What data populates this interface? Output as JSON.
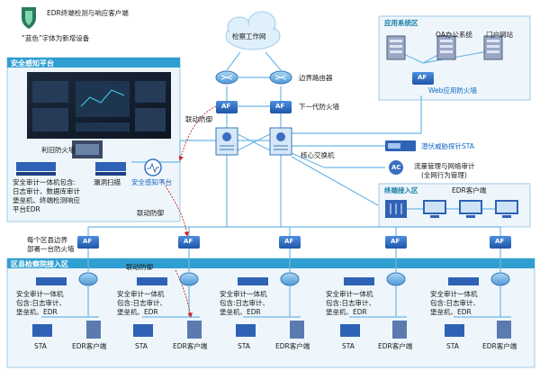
{
  "legend": {
    "app_name": "EDR终端检测与响应客户端",
    "note": "“蓝色”字体为新增设备"
  },
  "zones": {
    "security_platform": "安全感知平台",
    "app_system": "应用系统区",
    "terminal_access": "终端接入区",
    "county_access": "区县检察院接入区"
  },
  "labels": {
    "cloud": "检察工作网",
    "border_router": "边界路由器",
    "ngfw": "下一代防火墙",
    "core_switch": "核心交换机",
    "sta_probe": "潜伏威胁探针STA",
    "flow_audit_1": "流量管理与网络审计",
    "flow_audit_2": "(全网行为管理)",
    "oa": "OA办公系统",
    "portal": "门户网站",
    "waf": "Web应用防火墙",
    "edr_client": "EDR客户端",
    "old_fw": "利旧防火墙",
    "vuln_scan": "漏洞扫描",
    "sense_platform": "安全感知平台",
    "linkage_1": "联动防御",
    "linkage_2": "联动防御",
    "linkage_3": "联动防御",
    "audit_box_1": "安全审计一体机包含:",
    "audit_box_2": "日志审计、数据库审计",
    "audit_box_3": "堡垒机、终端检测响应",
    "audit_box_4": "平台EDR",
    "county_note_1": "每个区县边界",
    "county_note_2": "部署一台防火墙",
    "county_audit_1": "安全审计一体机",
    "county_audit_2": "包含:日志审计、",
    "county_audit_3": "堡垒机、EDR",
    "sta": "STA",
    "edr": "EDR客户端",
    "af": "AF"
  },
  "colors": {
    "zone_fill": "#eef6fb",
    "zone_header": "#2f9fd1",
    "accent_blue": "#1366c4",
    "device_blue": "#3a6fc2",
    "link_line": "#6fb7e6",
    "linkage_red": "#d02020"
  }
}
